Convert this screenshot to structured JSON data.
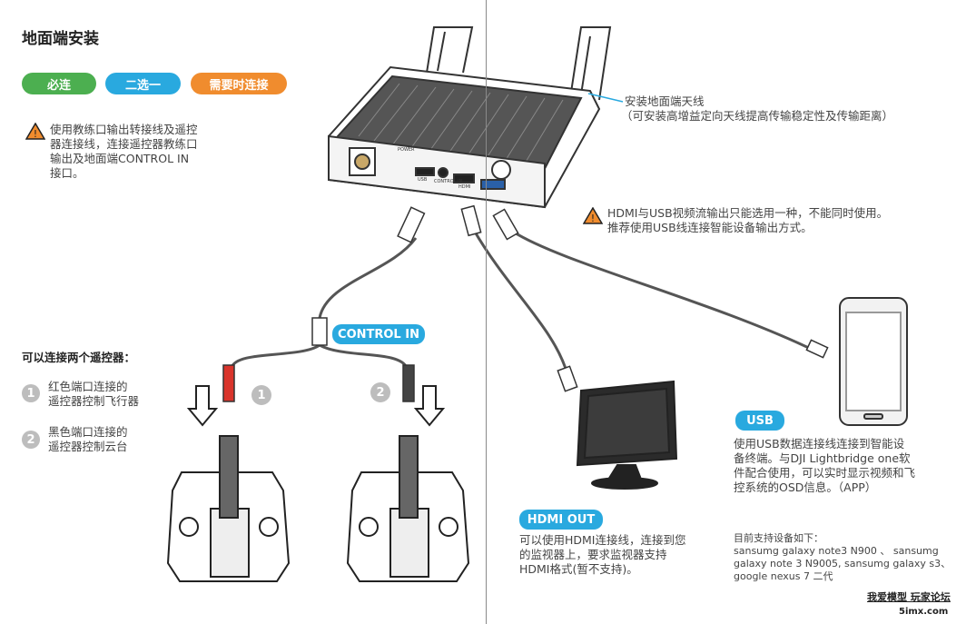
{
  "page": {
    "title": "地面端安装",
    "legend": [
      {
        "label": "必连",
        "color": "#4caf50"
      },
      {
        "label": "二选一",
        "color": "#29a9df"
      },
      {
        "label": "需要时连接",
        "color": "#f08c2e"
      }
    ],
    "warning_control": [
      "使用教练口输出转接线及遥控",
      "器连接线，连接遥控器教练口",
      "输出及地面端CONTROL IN",
      "接口。"
    ],
    "antenna_note": {
      "line1": "安装地面端天线",
      "line2": "（可安装高增益定向天线提高传输稳定性及传输距离）"
    },
    "warning_output": [
      "HDMI与USB视频流输出只能选用一种，不能同时使用。",
      "推荐使用USB线连接智能设备输出方式。"
    ],
    "two_controllers": {
      "heading": "可以连接两个遥控器：",
      "items": [
        {
          "num": "1",
          "lines": [
            "红色端口连接的",
            "遥控器控制飞行器"
          ]
        },
        {
          "num": "2",
          "lines": [
            "黑色端口连接的",
            "遥控器控制云台"
          ]
        }
      ]
    },
    "control_in_label": "CONTROL IN",
    "hdmi": {
      "label": "HDMI OUT",
      "lines": [
        "可以使用HDMI连接线，连接到您",
        "的监视器上，要求监视器支持",
        "HDMI格式(暂不支持)。"
      ]
    },
    "usb": {
      "label": "USB",
      "lines": [
        "使用USB数据连接线连接到智能设",
        "备终端。与DJI Lightbridge one软",
        "件配合使用，可以实时显示视频和飞",
        "控系统的OSD信息。（APP）"
      ]
    },
    "supported": {
      "heading": "目前支持设备如下：",
      "lines": [
        "sansumg galaxy note3 N900 、 sansumg",
        "galaxy note 3 N9005, sansumg galaxy s3、",
        "google nexus 7 二代"
      ]
    },
    "watermark": {
      "line1": "我爱模型 玩家论坛",
      "line2": "5imx.com"
    },
    "port_labels": {
      "power": "POWER",
      "usb": "USB",
      "control": "CONTROL IN",
      "hdmi": "HDMI"
    },
    "colors": {
      "accent_blue": "#29a9df",
      "warn": "#f08c2e"
    }
  }
}
